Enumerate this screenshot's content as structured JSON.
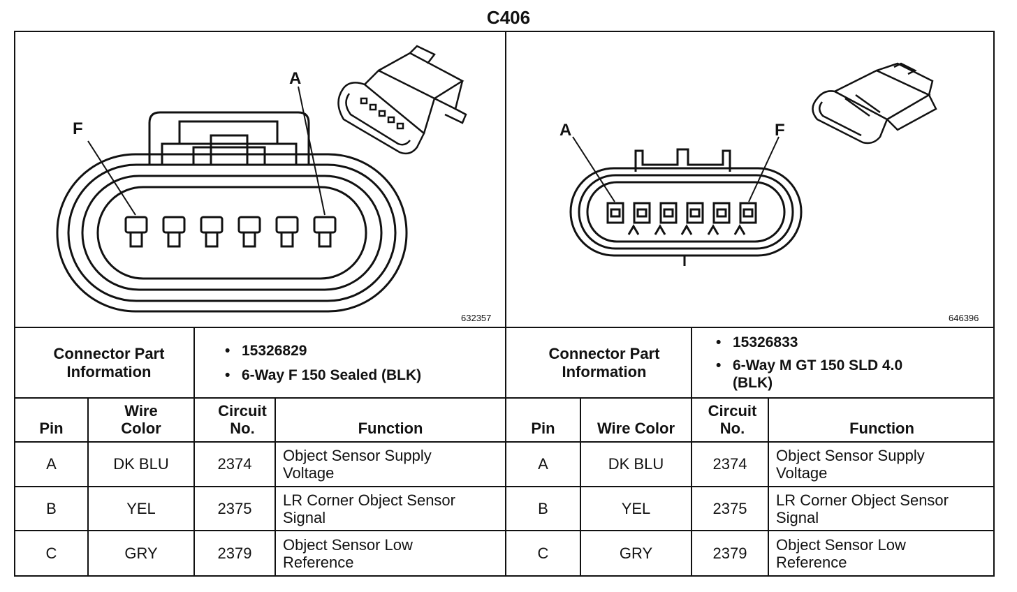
{
  "title": "C406",
  "connectors": [
    {
      "figure_id": "632357",
      "pin_labels": [
        "F",
        "A"
      ],
      "part_info_label": "Connector Part Information",
      "part_info": [
        "15326829",
        "6-Way F 150 Sealed (BLK)"
      ],
      "headers": {
        "pin": "Pin",
        "wire_color": "Wire Color",
        "circuit": "Circuit No.",
        "function": "Function"
      },
      "rows": [
        {
          "pin": "A",
          "wire_color": "DK BLU",
          "circuit": "2374",
          "function": "Object Sensor Supply Voltage"
        },
        {
          "pin": "B",
          "wire_color": "YEL",
          "circuit": "2375",
          "function": "LR Corner Object Sensor Signal"
        },
        {
          "pin": "C",
          "wire_color": "GRY",
          "circuit": "2379",
          "function": "Object Sensor Low Reference"
        }
      ]
    },
    {
      "figure_id": "646396",
      "pin_labels": [
        "A",
        "F"
      ],
      "part_info_label": "Connector Part Information",
      "part_info": [
        "15326833",
        "6-Way M GT 150 SLD 4.0 (BLK)"
      ],
      "headers": {
        "pin": "Pin",
        "wire_color": "Wire Color",
        "circuit": "Circuit No.",
        "function": "Function"
      },
      "rows": [
        {
          "pin": "A",
          "wire_color": "DK BLU",
          "circuit": "2374",
          "function": "Object Sensor Supply Voltage"
        },
        {
          "pin": "B",
          "wire_color": "YEL",
          "circuit": "2375",
          "function": "LR Corner Object Sensor Signal"
        },
        {
          "pin": "C",
          "wire_color": "GRY",
          "circuit": "2379",
          "function": "Object Sensor Low Reference"
        }
      ]
    }
  ]
}
